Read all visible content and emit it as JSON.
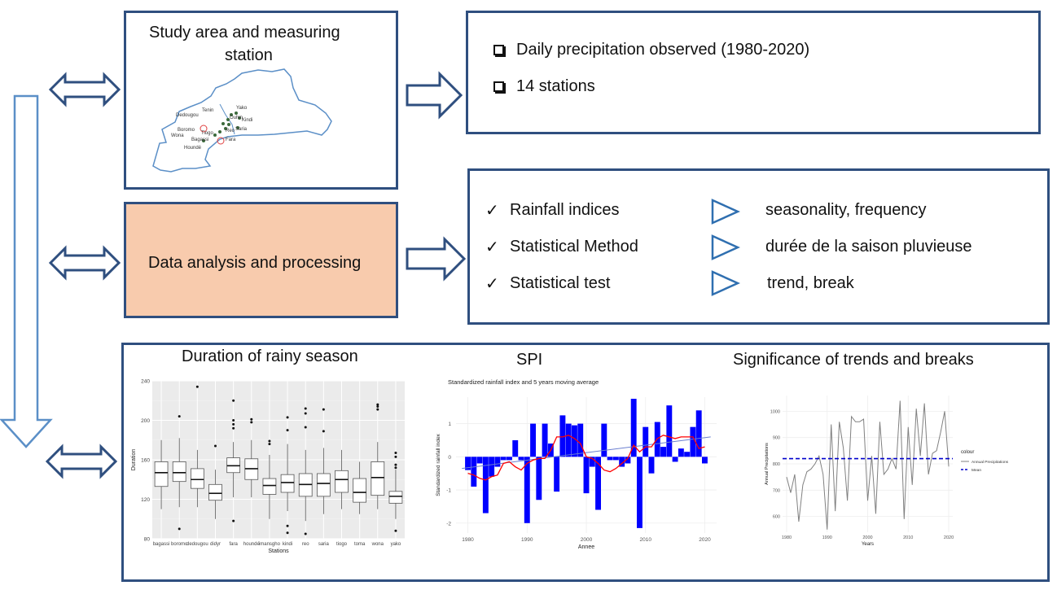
{
  "study_box": {
    "title_line1": "Study area and measuring",
    "title_line2": "station",
    "map_labels": [
      "Dedougou",
      "Tenin",
      "Yako",
      "Ouhin",
      "Kindi",
      "Saria",
      "Boromo",
      "Reo",
      "Wona",
      "Tiogo",
      "Bagassi",
      "Fara",
      "Houndé"
    ]
  },
  "data_box": {
    "items": [
      "Daily precipitation observed (1980-2020)",
      "14 stations"
    ]
  },
  "analysis_box": {
    "label": "Data analysis and processing",
    "fill": "#f8cbad"
  },
  "methods_box": {
    "left": [
      "Rainfall indices",
      "Statistical Method",
      "Statistical test"
    ],
    "right": [
      "seasonality, frequency",
      "durée de la saison pluvieuse",
      "trend, break"
    ]
  },
  "results_box": {
    "titles": [
      "Duration of rainy season",
      "SPI",
      "Significance of trends and breaks"
    ]
  },
  "colors": {
    "border": "#2f4f7f",
    "arrow": "#2f4f7f",
    "map_outline": "#5b8fc7",
    "bar": "#0000ff",
    "line": "#ff0000"
  },
  "chart_data": [
    {
      "type": "boxplot",
      "xlabel": "Stations",
      "ylabel": "Duration",
      "ylim": [
        80,
        240
      ],
      "yticks": [
        80,
        120,
        160,
        200,
        240
      ],
      "categories": [
        "bagassi",
        "boromo",
        "dedougou",
        "didyr",
        "fara",
        "houndé",
        "imansgho",
        "kindi",
        "reo",
        "saria",
        "tiogo",
        "toma",
        "wona",
        "yako"
      ],
      "boxes": [
        {
          "min": 110,
          "q1": 133,
          "median": 147,
          "q3": 158,
          "max": 180,
          "outliers": []
        },
        {
          "min": 112,
          "q1": 138,
          "median": 147,
          "q3": 158,
          "max": 182,
          "outliers": [
            90,
            204
          ]
        },
        {
          "min": 112,
          "q1": 131,
          "median": 140,
          "q3": 151,
          "max": 170,
          "outliers": [
            234
          ]
        },
        {
          "min": 100,
          "q1": 119,
          "median": 126,
          "q3": 135,
          "max": 150,
          "outliers": [
            174
          ]
        },
        {
          "min": 122,
          "q1": 147,
          "median": 154,
          "q3": 162,
          "max": 178,
          "outliers": [
            98,
            192,
            196,
            200,
            220
          ]
        },
        {
          "min": 122,
          "q1": 140,
          "median": 151,
          "q3": 161,
          "max": 180,
          "outliers": [
            198,
            201
          ]
        },
        {
          "min": 100,
          "q1": 125,
          "median": 134,
          "q3": 141,
          "max": 165,
          "outliers": [
            176,
            179
          ]
        },
        {
          "min": 108,
          "q1": 127,
          "median": 137,
          "q3": 145,
          "max": 176,
          "outliers": [
            86,
            93,
            190,
            203
          ]
        },
        {
          "min": 98,
          "q1": 123,
          "median": 135,
          "q3": 146,
          "max": 170,
          "outliers": [
            85,
            193,
            207,
            212
          ]
        },
        {
          "min": 105,
          "q1": 123,
          "median": 136,
          "q3": 146,
          "max": 172,
          "outliers": [
            189,
            211
          ]
        },
        {
          "min": 110,
          "q1": 127,
          "median": 140,
          "q3": 149,
          "max": 170,
          "outliers": []
        },
        {
          "min": 105,
          "q1": 117,
          "median": 127,
          "q3": 141,
          "max": 158,
          "outliers": []
        },
        {
          "min": 110,
          "q1": 124,
          "median": 142,
          "q3": 158,
          "max": 178,
          "outliers": [
            211,
            214,
            216
          ]
        },
        {
          "min": 100,
          "q1": 116,
          "median": 123,
          "q3": 128,
          "max": 150,
          "outliers": [
            88,
            152,
            155,
            163,
            167
          ]
        }
      ]
    },
    {
      "type": "bar",
      "title": "Standardized rainfall index and 5 years moving average",
      "xlabel": "Annee",
      "ylabel": "Standardized rainfall index",
      "xlim": [
        1978,
        2022
      ],
      "ylim": [
        -2.3,
        1.8
      ],
      "xticks": [
        1980,
        1990,
        2000,
        2010,
        2020
      ],
      "yticks": [
        -2,
        -1,
        0,
        1
      ],
      "x": [
        1980,
        1981,
        1982,
        1983,
        1984,
        1985,
        1986,
        1987,
        1988,
        1989,
        1990,
        1991,
        1992,
        1993,
        1994,
        1995,
        1996,
        1997,
        1998,
        1999,
        2000,
        2001,
        2002,
        2003,
        2004,
        2005,
        2006,
        2007,
        2008,
        2009,
        2010,
        2011,
        2012,
        2013,
        2014,
        2015,
        2016,
        2017,
        2018,
        2019,
        2020
      ],
      "values": [
        -0.4,
        -0.9,
        -0.2,
        -1.7,
        -0.6,
        -0.3,
        -0.1,
        -0.1,
        0.5,
        -0.1,
        -2.0,
        1.0,
        -1.3,
        1.0,
        0.4,
        -1.05,
        1.25,
        1.0,
        0.95,
        1.0,
        -1.1,
        -0.3,
        -1.6,
        1.0,
        -0.1,
        -0.1,
        -0.3,
        -0.2,
        1.75,
        -2.15,
        0.9,
        -0.5,
        1.05,
        0.3,
        1.55,
        -0.15,
        0.25,
        0.15,
        0.9,
        1.4,
        -0.2
      ],
      "moving_average": [
        -0.5,
        -0.55,
        -0.65,
        -0.7,
        -0.6,
        -0.55,
        -0.2,
        -0.15,
        -0.3,
        -0.4,
        -0.2,
        -0.1,
        -0.05,
        -0.05,
        0.2,
        0.6,
        0.6,
        0.65,
        0.55,
        0.4,
        0.0,
        -0.05,
        -0.2,
        -0.4,
        -0.45,
        -0.35,
        -0.2,
        -0.05,
        0.35,
        0.15,
        0.3,
        0.3,
        0.55,
        0.65,
        0.6,
        0.55,
        0.6,
        0.6,
        0.6,
        0.25,
        0.3
      ],
      "trend": {
        "x0": 1979,
        "y0": -0.35,
        "x1": 2021,
        "y1": 0.6
      }
    },
    {
      "type": "line",
      "xlabel": "Years",
      "ylabel": "Annual Precipitations",
      "xlim": [
        1979,
        2021
      ],
      "ylim": [
        540,
        1060
      ],
      "xticks": [
        1980,
        1990,
        2000,
        2010,
        2020
      ],
      "yticks": [
        600,
        700,
        800,
        900,
        1000
      ],
      "legend_title": "colour",
      "series": [
        {
          "name": "Annual Precipitations",
          "color": "#808080",
          "x": [
            1980,
            1981,
            1982,
            1983,
            1984,
            1985,
            1986,
            1987,
            1988,
            1989,
            1990,
            1991,
            1992,
            1993,
            1994,
            1995,
            1996,
            1997,
            1998,
            1999,
            2000,
            2001,
            2002,
            2003,
            2004,
            2005,
            2006,
            2007,
            2008,
            2009,
            2010,
            2011,
            2012,
            2013,
            2014,
            2015,
            2016,
            2017,
            2018,
            2019,
            2020
          ],
          "y": [
            750,
            690,
            760,
            580,
            720,
            770,
            780,
            800,
            830,
            760,
            550,
            950,
            620,
            960,
            860,
            660,
            980,
            960,
            960,
            970,
            660,
            830,
            610,
            960,
            760,
            780,
            820,
            780,
            1040,
            590,
            940,
            720,
            1010,
            830,
            1030,
            760,
            840,
            850,
            920,
            1000,
            790
          ]
        },
        {
          "name": "Mean",
          "color": "#0000cc",
          "mean": 820
        }
      ]
    }
  ]
}
